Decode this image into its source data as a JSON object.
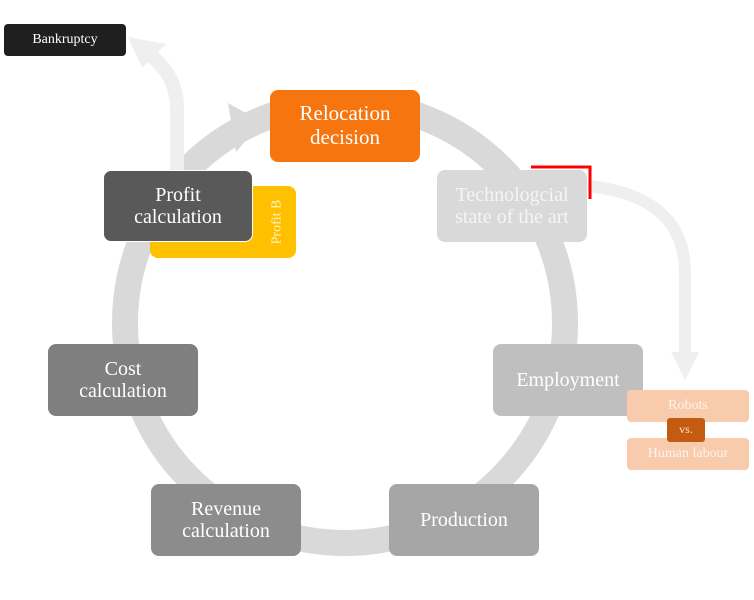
{
  "colors": {
    "cycle": "#d9d9d9",
    "relocation": "#f7750f",
    "bankruptcy": "#1f1f1f",
    "profit_b": "#ffc000",
    "profit": "#595959",
    "technology": "#d9d9d9",
    "employment": "#bfbfbf",
    "production": "#a6a6a6",
    "revenue": "#8c8c8c",
    "cost": "#7f7f7f",
    "robots_human": "#f8cbad",
    "vs": "#c55a11",
    "marker": "#ff0000"
  },
  "nodes": {
    "bankruptcy": "Bankruptcy",
    "relocation": [
      "Relocation",
      "decision"
    ],
    "technology": [
      "Technologcial",
      "state of the art"
    ],
    "employment": "Employment",
    "production": "Production",
    "revenue": [
      "Revenue",
      "calculation"
    ],
    "cost": [
      "Cost",
      "calculation"
    ],
    "profit": [
      "Profit",
      "calculation"
    ],
    "profit_b": "Profit B"
  },
  "employment_detail": {
    "top": "Robots",
    "separator": "vs.",
    "bottom": "Human labour"
  }
}
